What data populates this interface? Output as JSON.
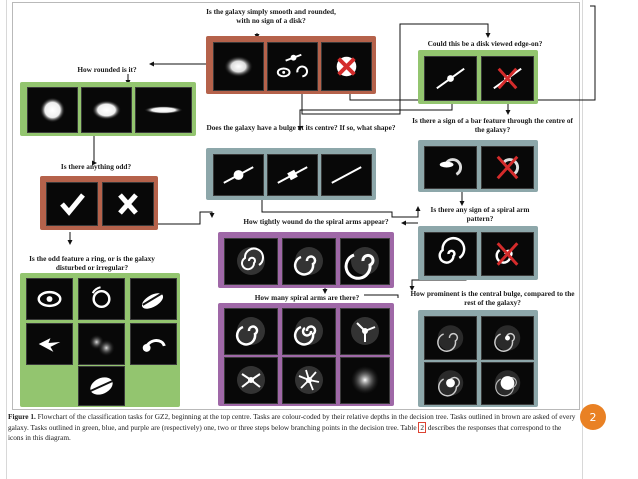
{
  "questions": {
    "smooth": "Is the galaxy simply smooth and rounded, with no sign of a disk?",
    "how_rounded": "How rounded is it?",
    "edge_on": "Could this be a disk viewed edge-on?",
    "bar": "Is there a sign of a bar feature through the centre of the galaxy?",
    "bulge_shape": "Does the galaxy have a bulge at its centre? If so, what shape?",
    "odd": "Is there anything odd?",
    "spiral": "Is there any sign of a spiral arm pattern?",
    "tightness": "How tightly wound do the spiral arms appear?",
    "odd_feature": "Is the odd feature a ring, or is the galaxy disturbed or irregular?",
    "arm_count": "How many spiral arms are there?",
    "bulge_prominence": "How prominent is the central bulge, compared to the rest of the galaxy?"
  },
  "tiles": {
    "smooth": [
      "smooth",
      "features or disk",
      "star or artifact"
    ],
    "how_rounded": [
      "completely round",
      "in between",
      "cigar-shaped"
    ],
    "edge_on": [
      "yes",
      "no"
    ],
    "bar": [
      "bar",
      "no bar"
    ],
    "bulge_shape": [
      "rounded",
      "boxy",
      "no bulge"
    ],
    "odd": [
      "yes",
      "no"
    ],
    "spiral": [
      "spiral",
      "no spiral"
    ],
    "tightness": [
      "tight",
      "medium",
      "loose"
    ],
    "odd_feature": [
      "ring",
      "lens or arc",
      "disturbed",
      "irregular",
      "other",
      "merger",
      "dust lane"
    ],
    "arm_count": [
      "1",
      "2",
      "3",
      "4",
      "more than four",
      "can't tell"
    ],
    "bulge_prominence": [
      "no bulge",
      "just noticeable",
      "obvious",
      "dominant"
    ]
  },
  "caption": {
    "figure_label": "Figure 1.",
    "text_before": " Flowchart of the classification tasks for GZ2, beginning at the top centre. Tasks are colour-coded by their relative depths in the decision tree. Tasks outlined in brown are asked of every galaxy. Tasks outlined in green, blue, and purple are (respectively) one, two or three steps below branching points in the decision tree. Table ",
    "table_ref": "2",
    "text_after": " describes the responses that correspond to the icons in this diagram."
  },
  "page_number": "2",
  "colors": {
    "brown": "#b5624b",
    "green": "#93c56f",
    "blue": "#8da7aa",
    "purple": "#9f68a7",
    "page_number_badge": "#e98124"
  }
}
